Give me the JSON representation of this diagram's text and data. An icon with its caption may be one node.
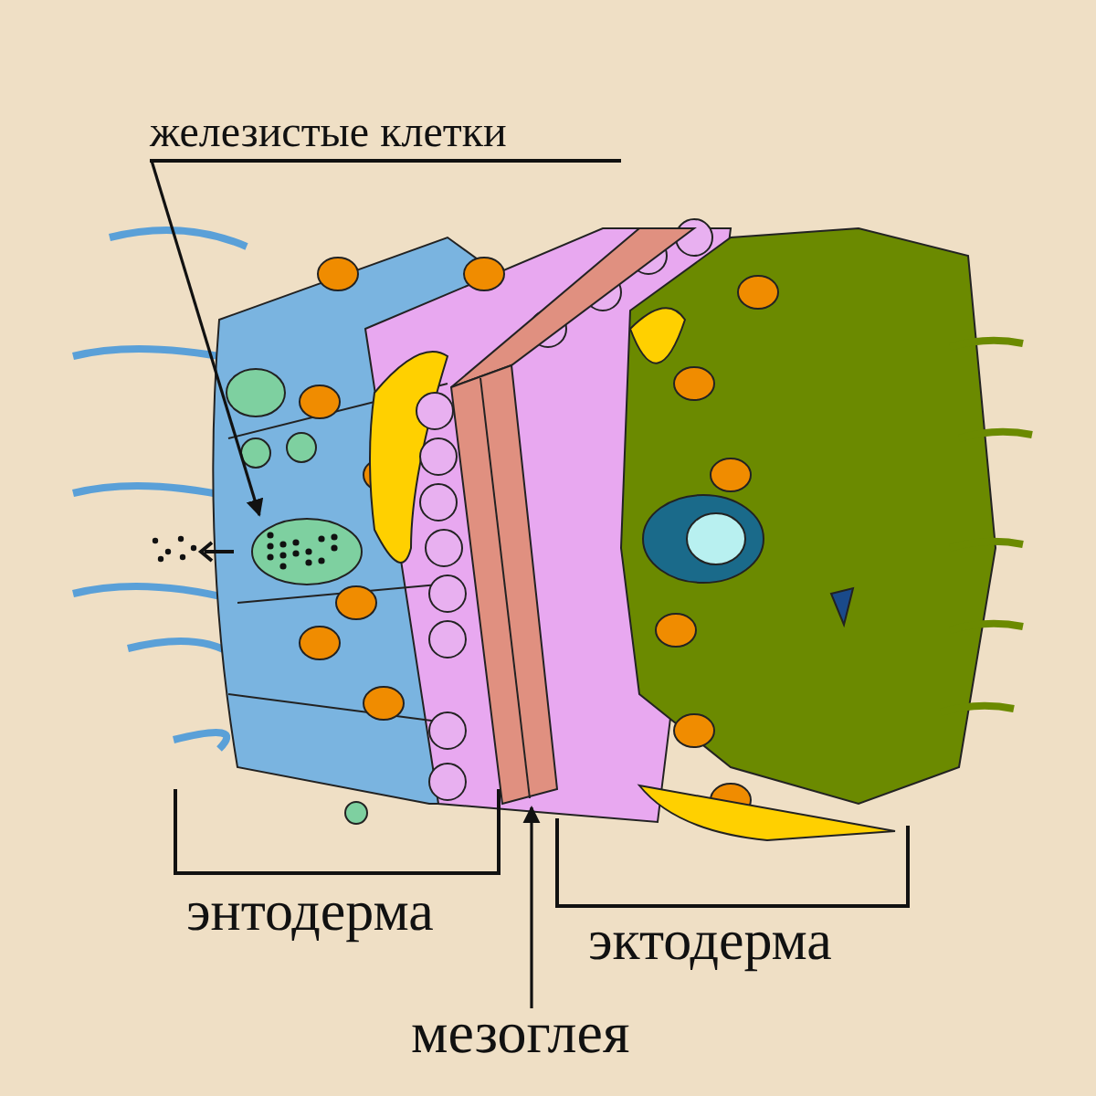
{
  "diagram": {
    "nodes": [
      {
        "text": [
          "железистые клетки"
        ]
      },
      {
        "text": [],
        "shape": "picture"
      },
      {
        "text": [
          "мезоглея"
        ]
      },
      {
        "text": [],
        "shape": "picture"
      }
    ],
    "edges": [
      {
        "from": 0,
        "to": 1,
        "arrow": "to"
      },
      {
        "from": 2,
        "to": 3,
        "arrow": "to"
      }
    ],
    "labels": [
      "энтодерма",
      "эктодерма"
    ]
  }
}
